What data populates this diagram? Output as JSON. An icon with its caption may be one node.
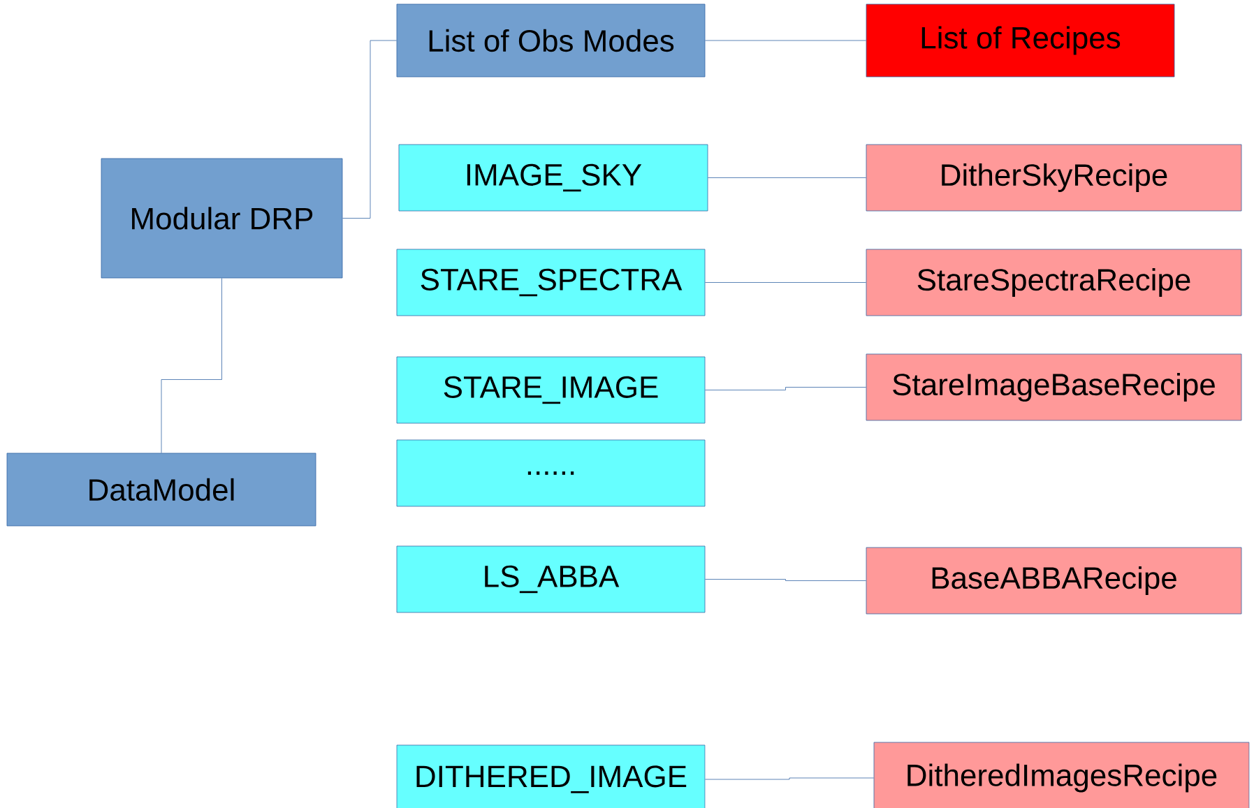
{
  "diagram": {
    "nodes": [
      {
        "text": [
          "Modular DRP"
        ]
      },
      {
        "text": [
          "List of Obs Modes"
        ]
      },
      {
        "text": [
          "List of Recipes"
        ]
      },
      {
        "text": [
          "DataModel"
        ]
      },
      {
        "text": [
          "IMAGE_SKY"
        ]
      },
      {
        "text": [
          "STARE_SPECTRA"
        ]
      },
      {
        "text": [
          "STARE_IMAGE"
        ]
      },
      {
        "text": [
          "......"
        ]
      },
      {
        "text": [
          "LS_ABBA"
        ]
      },
      {
        "text": [
          "DITHERED_IMAGE"
        ]
      },
      {
        "text": [
          "DitherSkyRecipe"
        ]
      },
      {
        "text": [
          "StareSpectraRecipe"
        ]
      },
      {
        "text": [
          "StareImageBaseRecipe"
        ]
      },
      {
        "text": [
          "BaseABBARecipe"
        ]
      },
      {
        "text": [
          "DitheredImagesRecipe"
        ]
      }
    ],
    "edges": [
      {
        "from": 0,
        "to": 1,
        "arrow": "none"
      },
      {
        "from": 0,
        "to": 3,
        "arrow": "none"
      },
      {
        "from": 1,
        "to": 2,
        "arrow": "none"
      },
      {
        "from": 4,
        "to": 10,
        "arrow": "none"
      },
      {
        "from": 5,
        "to": 11,
        "arrow": "none"
      },
      {
        "from": 6,
        "to": 12,
        "arrow": "none"
      },
      {
        "from": 8,
        "to": 13,
        "arrow": "none"
      },
      {
        "from": 9,
        "to": 14,
        "arrow": "none"
      }
    ]
  }
}
